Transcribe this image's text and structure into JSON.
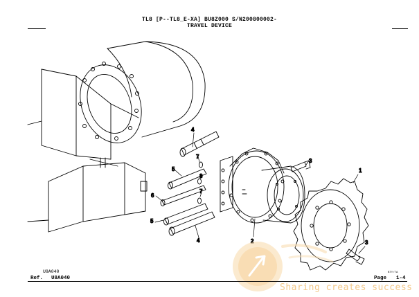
{
  "header": {
    "line1": "TL8 [P--TL8_E-XA]  BU8Z000 S/N200800002-",
    "line2": "TRAVEL DEVICE"
  },
  "footer": {
    "ref_above": "U8A040",
    "ref_label": "Ref.",
    "ref_value": "U8A040",
    "page_label": "Page",
    "page_value": "1-4",
    "small_code": "BTY/TA"
  },
  "callouts": [
    "1",
    "2",
    "3",
    "3",
    "4",
    "4",
    "5",
    "5",
    "6",
    "7",
    "7",
    "8"
  ],
  "watermark": {
    "text": "Sharing creates success",
    "color": "#f3c98a"
  }
}
